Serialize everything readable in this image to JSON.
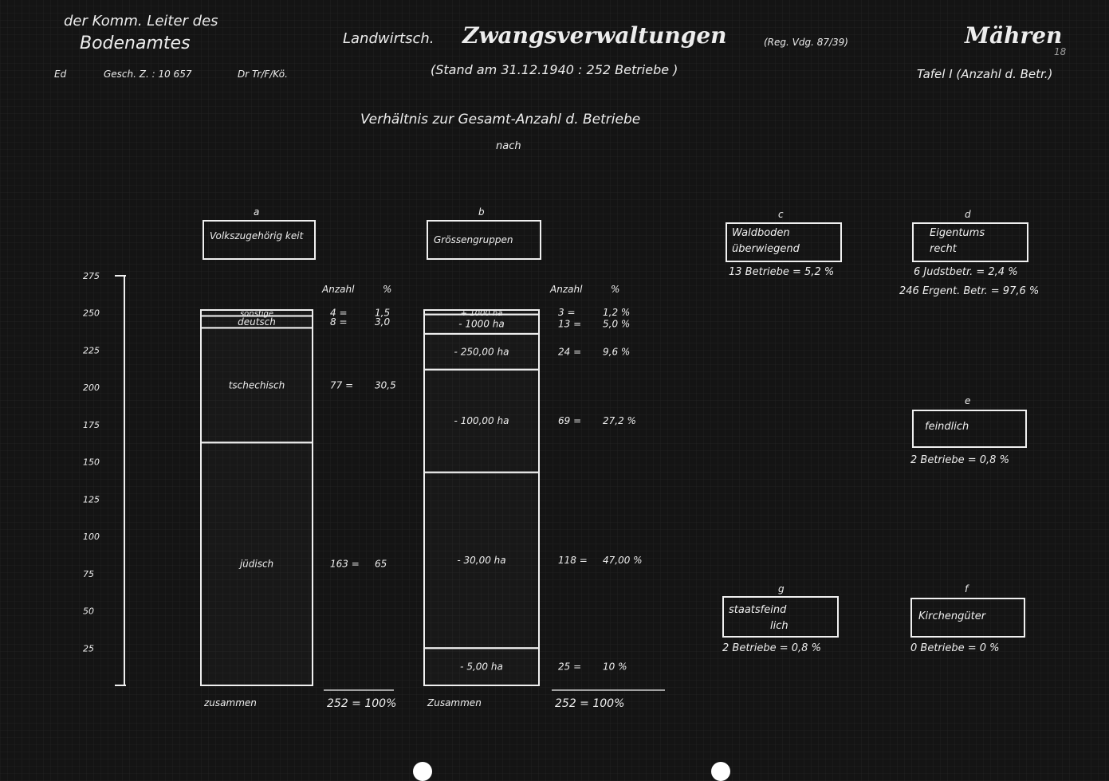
{
  "header": {
    "top_left_line1": "der Komm. Leiter des",
    "top_left_line2": "Bodenamtes",
    "ref_left": "Ed",
    "ref_mid": "Gesch. Z. : 10 657",
    "ref_right": "Dr Tr/F/Kö.",
    "title_prefix": "Landwirtsch.",
    "title_main": "Zwangsverwaltungen",
    "title_ref": "(Reg. Vdg. 87/39)",
    "region": "Mähren",
    "stand": "(Stand am 31.12.1940 : 252 Betriebe )",
    "tafel": "Tafel  I (Anzahl d. Betr.)",
    "corner_mark": "18",
    "subtitle_line1": "Verhältnis zur Gesamt-Anzahl d. Betriebe",
    "subtitle_line2": "nach"
  },
  "chart_data": [
    {
      "type": "bar",
      "letter": "a",
      "title": "Volkszugehörig keit",
      "yticks": [
        25,
        50,
        75,
        100,
        125,
        150,
        175,
        200,
        225,
        250,
        275
      ],
      "ytick_labels": [
        "25",
        "50",
        "75",
        "100",
        "125",
        "150",
        "175",
        "200",
        "225",
        "250",
        "275"
      ],
      "ylim": [
        0,
        275
      ],
      "col_header_count": "Anzahl",
      "col_header_pct": "%",
      "stack": [
        {
          "label": "jüdisch",
          "value": 163,
          "count_text": "163 =",
          "pct_text": "65"
        },
        {
          "label": "tschechisch",
          "value": 77,
          "count_text": "77 =",
          "pct_text": "30,5"
        },
        {
          "label": "deutsch",
          "value": 8,
          "count_text": "8 =",
          "pct_text": "3,0"
        },
        {
          "label": "sonstige",
          "value": 4,
          "count_text": "4 =",
          "pct_text": "1,5"
        }
      ],
      "total_label": "zusammen",
      "total_text": "252 = 100%"
    },
    {
      "type": "bar",
      "letter": "b",
      "title": "Grössengruppen",
      "col_header_count": "Anzahl",
      "col_header_pct": "%",
      "stack": [
        {
          "label": "- 5,00 ha",
          "value": 25,
          "count_text": "25 =",
          "pct_text": "10 %"
        },
        {
          "label": "- 30,00 ha",
          "value": 118,
          "count_text": "118 =",
          "pct_text": "47,00 %"
        },
        {
          "label": "- 100,00 ha",
          "value": 69,
          "count_text": "69 =",
          "pct_text": "27,2 %"
        },
        {
          "label": "- 250,00 ha",
          "value": 24,
          "count_text": "24 =",
          "pct_text": "9,6 %"
        },
        {
          "label": "- 1000 ha",
          "value": 13,
          "count_text": "13 =",
          "pct_text": "5,0 %"
        },
        {
          "label": "+ 1000 ha",
          "value": 3,
          "count_text": "3 =",
          "pct_text": "1,2 %"
        }
      ],
      "total_label": "Zusammen",
      "total_text": "252 = 100%"
    }
  ],
  "side_boxes": [
    {
      "letter": "c",
      "title_line1": "Waldboden",
      "title_line2": "überwiegend",
      "note1": "13 Betriebe = 5,2 %",
      "note2": ""
    },
    {
      "letter": "d",
      "title_line1": "Eigentums",
      "title_line2": "recht",
      "note1": "6 Judstbetr. = 2,4 %",
      "note2": "246 Ergent. Betr. = 97,6 %"
    },
    {
      "letter": "e",
      "title_line1": "feindlich",
      "title_line2": "",
      "note1": "2 Betriebe = 0,8 %",
      "note2": ""
    },
    {
      "letter": "g",
      "title_line1": "staatsfeind",
      "title_line2": "lich",
      "note1": "2 Betriebe = 0,8 %",
      "note2": ""
    },
    {
      "letter": "f",
      "title_line1": "Kirchengüter",
      "title_line2": "",
      "note1": "0 Betriebe = 0 %",
      "note2": ""
    }
  ]
}
